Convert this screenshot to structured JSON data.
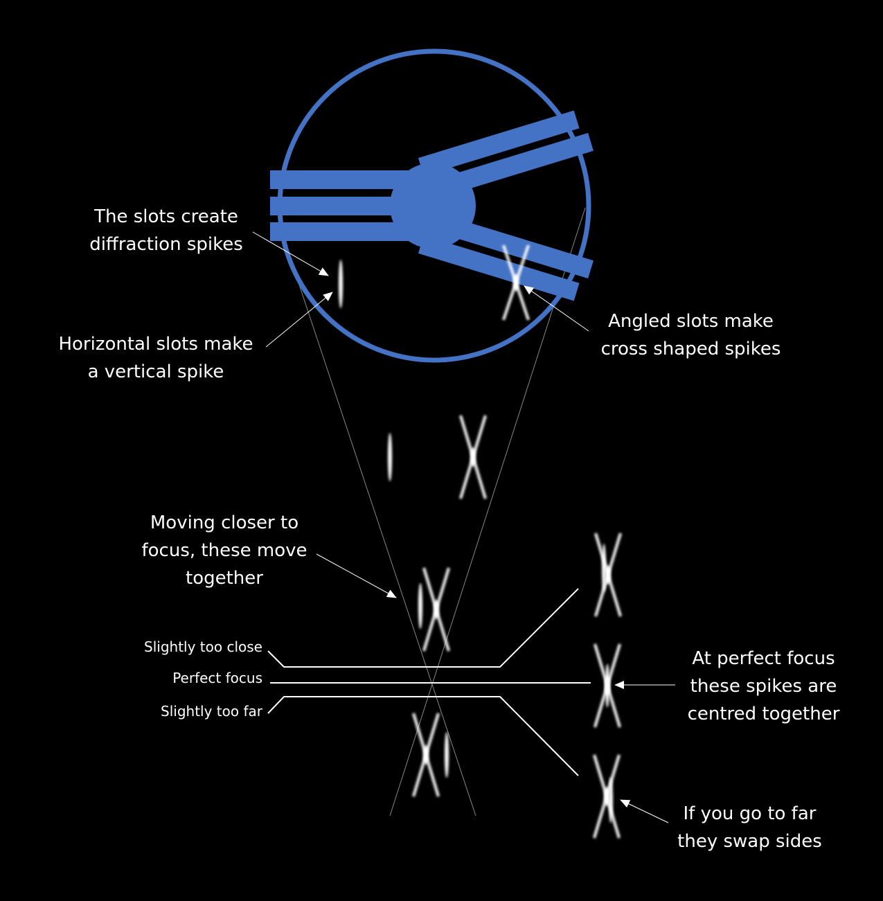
{
  "colors": {
    "mask": "#4472C4",
    "background": "#000000",
    "lines": "#ffffff"
  },
  "annotations": {
    "slots_create": "The slots create\ndiffraction spikes",
    "horizontal_slots": "Horizontal slots make\na vertical spike",
    "angled_slots": "Angled slots make\ncross shaped spikes",
    "moving_closer": "Moving closer to\nfocus, these move\ntogether",
    "perfect_focus_note": "At perfect focus\nthese spikes are\ncentred together",
    "too_far_note": "If you go to far\nthey swap sides"
  },
  "focus_labels": {
    "too_close": "Slightly too close",
    "perfect": "Perfect focus",
    "too_far": "Slightly too far"
  }
}
